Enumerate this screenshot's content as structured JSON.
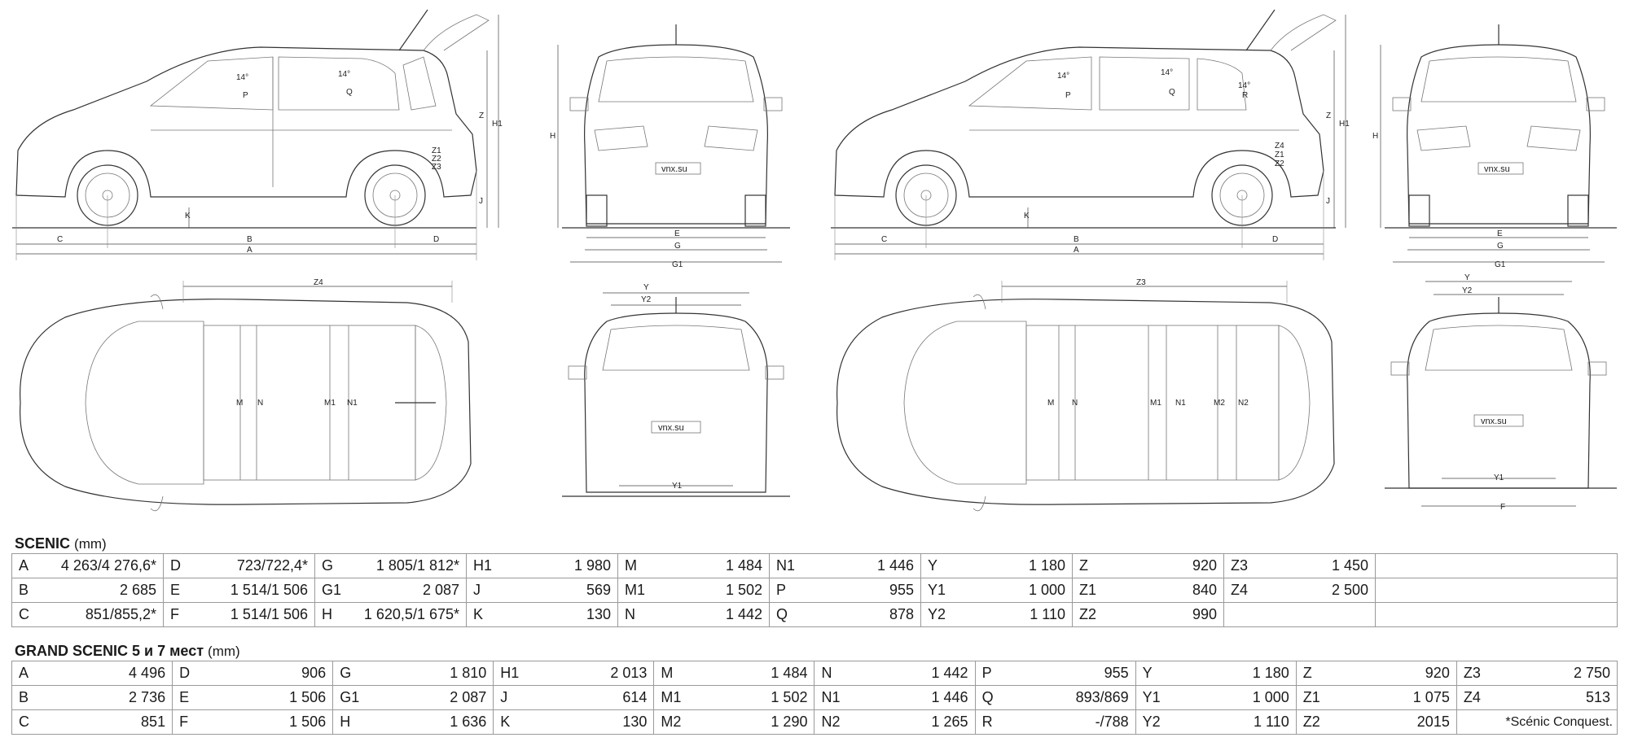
{
  "drawing": {
    "watermark": "vnx.su",
    "labels": {
      "side": [
        "A",
        "B",
        "C",
        "D",
        "H1",
        "Z",
        "J",
        "K",
        "P",
        "Q",
        "Z1",
        "Z2",
        "Z3",
        "14°",
        "14°"
      ],
      "side_grand": [
        "A",
        "B",
        "C",
        "D",
        "H1",
        "Z",
        "J",
        "K",
        "P",
        "Q",
        "R",
        "Z1",
        "Z2",
        "Z4",
        "14°",
        "14°",
        "14°"
      ],
      "front": [
        "H",
        "E",
        "G",
        "G1"
      ],
      "rear": [
        "Y",
        "Y2",
        "Y1"
      ],
      "rear_grand": [
        "Y",
        "Y2",
        "Y1",
        "F"
      ],
      "top": [
        "Z4",
        "M",
        "N",
        "M1",
        "N1"
      ],
      "top_grand": [
        "Z3",
        "M",
        "N",
        "M1",
        "N1",
        "M2",
        "N2"
      ]
    }
  },
  "tables": [
    {
      "title": "SCENIC",
      "unit": "(mm)",
      "rows": [
        [
          [
            "A",
            "4 263/4 276,6*"
          ],
          [
            "D",
            "723/722,4*"
          ],
          [
            "G",
            "1 805/1 812*"
          ],
          [
            "H1",
            "1 980"
          ],
          [
            "M",
            "1 484"
          ],
          [
            "N1",
            "1 446"
          ],
          [
            "Y",
            "1 180"
          ],
          [
            "Z",
            "920"
          ],
          [
            "Z3",
            "1 450"
          ]
        ],
        [
          [
            "B",
            "2 685"
          ],
          [
            "E",
            "1 514/1 506"
          ],
          [
            "G1",
            "2 087"
          ],
          [
            "J",
            "569"
          ],
          [
            "M1",
            "1 502"
          ],
          [
            "P",
            "955"
          ],
          [
            "Y1",
            "1 000"
          ],
          [
            "Z1",
            "840"
          ],
          [
            "Z4",
            "2 500"
          ]
        ],
        [
          [
            "C",
            "851/855,2*"
          ],
          [
            "F",
            "1 514/1 506"
          ],
          [
            "H",
            "1 620,5/1 675*"
          ],
          [
            "K",
            "130"
          ],
          [
            "N",
            "1 442"
          ],
          [
            "Q",
            "878"
          ],
          [
            "Y2",
            "1 110"
          ],
          [
            "Z2",
            "990"
          ],
          [
            "",
            ""
          ]
        ]
      ]
    },
    {
      "title": "GRAND SCENIC 5 и 7 мест",
      "unit": "(mm)",
      "note": "*Scénic Conquest.",
      "rows": [
        [
          [
            "A",
            "4 496"
          ],
          [
            "D",
            "906"
          ],
          [
            "G",
            "1 810"
          ],
          [
            "H1",
            "2 013"
          ],
          [
            "M",
            "1 484"
          ],
          [
            "N",
            "1 442"
          ],
          [
            "P",
            "955"
          ],
          [
            "Y",
            "1 180"
          ],
          [
            "Z",
            "920"
          ],
          [
            "Z3",
            "2 750"
          ]
        ],
        [
          [
            "B",
            "2 736"
          ],
          [
            "E",
            "1 506"
          ],
          [
            "G1",
            "2 087"
          ],
          [
            "J",
            "614"
          ],
          [
            "M1",
            "1 502"
          ],
          [
            "N1",
            "1 446"
          ],
          [
            "Q",
            "893/869"
          ],
          [
            "Y1",
            "1 000"
          ],
          [
            "Z1",
            "1 075"
          ],
          [
            "Z4",
            "513"
          ]
        ],
        [
          [
            "C",
            "851"
          ],
          [
            "F",
            "1 506"
          ],
          [
            "H",
            "1 636"
          ],
          [
            "K",
            "130"
          ],
          [
            "M2",
            "1 290"
          ],
          [
            "N2",
            "1 265"
          ],
          [
            "R",
            "-/788"
          ],
          [
            "Y2",
            "1 110"
          ],
          [
            "Z2",
            "2015"
          ],
          [
            "",
            ""
          ]
        ]
      ]
    }
  ]
}
